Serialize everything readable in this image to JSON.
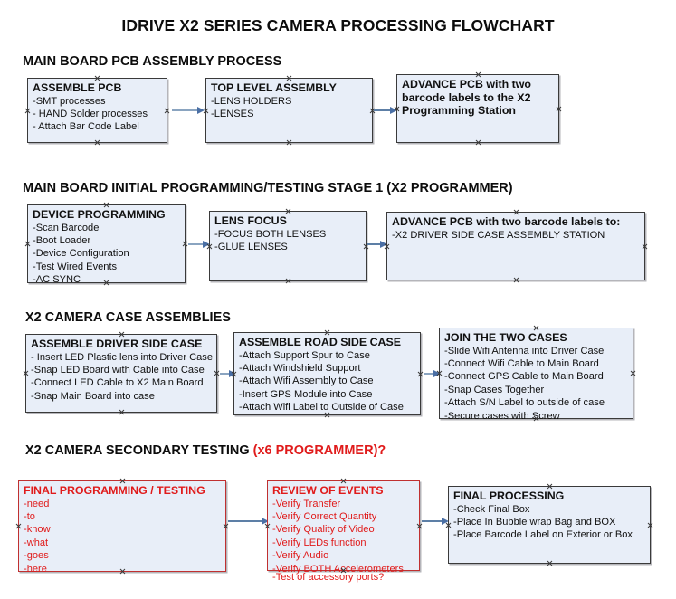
{
  "title": "IDRIVE X2  SERIES CAMERA PROCESSING FLOWCHART",
  "colors": {
    "box_fill": "#e8eef8",
    "box_border": "#3a3a3a",
    "red_text": "#e01b1b",
    "red_border": "#c03030",
    "arrow_shaft": "#8aa4c0",
    "arrow_head": "#4a6fa5",
    "text": "#101010"
  },
  "sections": [
    {
      "heading": "MAIN BOARD PCB ASSEMBLY PROCESS",
      "heading_accent": "",
      "nodes": [
        {
          "title": "ASSEMBLE PCB",
          "lines": [
            "-SMT processes",
            "- HAND Solder processes",
            "- Attach Bar Code Label"
          ]
        },
        {
          "title": "TOP LEVEL ASSEMBLY",
          "lines": [
            "-LENS HOLDERS",
            "-LENSES"
          ]
        },
        {
          "title": "ADVANCE PCB with two barcode labels to the  X2 Programming Station",
          "lines": []
        }
      ]
    },
    {
      "heading": "MAIN BOARD INITIAL PROGRAMMING/TESTING STAGE 1 (X2 PROGRAMMER)",
      "heading_accent": "",
      "nodes": [
        {
          "title": "DEVICE PROGRAMMING",
          "lines": [
            "-Scan Barcode",
            "-Boot Loader",
            "-Device Configuration",
            "-Test Wired Events",
            "-AC SYNC"
          ]
        },
        {
          "title": "LENS FOCUS",
          "lines": [
            "-FOCUS BOTH LENSES",
            "-GLUE LENSES"
          ]
        },
        {
          "title": "ADVANCE PCB with two barcode labels to:",
          "lines": [
            "-X2 DRIVER  SIDE  CASE  ASSEMBLY STATION"
          ]
        }
      ]
    },
    {
      "heading": "X2 CAMERA CASE ASSEMBLIES",
      "heading_accent": "",
      "nodes": [
        {
          "title": "ASSEMBLE DRIVER SIDE CASE",
          "lines": [
            "- Insert LED Plastic lens into Driver Case",
            "-Snap LED Board with Cable into Case",
            "-Connect LED Cable to X2 Main Board",
            "-Snap Main Board into case"
          ]
        },
        {
          "title": "ASSEMBLE ROAD SIDE CASE",
          "lines": [
            "-Attach Support Spur to Case",
            "-Attach Windshield Support",
            "-Attach Wifi Assembly to Case",
            "-Insert GPS Module into Case",
            "-Attach Wifi Label to Outside of Case"
          ]
        },
        {
          "title": "JOIN THE TWO CASES",
          "lines": [
            "-Slide Wifi Antenna into Driver Case",
            "-Connect Wifi Cable to Main Board",
            "-Connect GPS Cable to Main Board",
            "-Snap Cases Together",
            "-Attach S/N Label to outside of case",
            "-Secure cases with Screw"
          ]
        }
      ]
    },
    {
      "heading": "X2 CAMERA SECONDARY TESTING ",
      "heading_accent": "(x6 PROGRAMMER)?",
      "nodes": [
        {
          "title": "FINAL PROGRAMMING / TESTING",
          "lines": [
            "-need",
            "-to",
            "-know",
            "-what",
            "-goes",
            "-here"
          ]
        },
        {
          "title": "REVIEW OF EVENTS",
          "lines": [
            "-Verify Transfer",
            "-Verify Correct Quantity",
            "-Verify Quality of Video",
            "-Verify LEDs function",
            "-Verify Audio",
            "-Verify BOTH Accelerometers"
          ],
          "overflow_line": "-Test of accessory ports?"
        },
        {
          "title": "FINAL PROCESSING",
          "lines": [
            " -Check Final Box",
            "-Place In Bubble wrap Bag and BOX",
            "-Place Barcode Label on Exterior or Box"
          ]
        }
      ]
    }
  ]
}
